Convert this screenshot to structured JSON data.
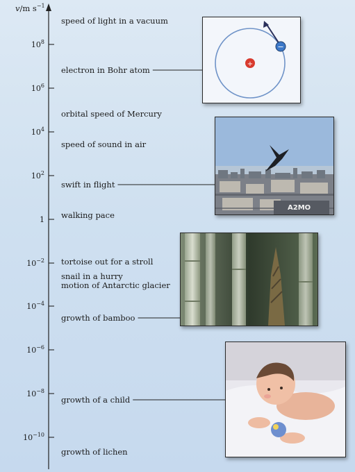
{
  "axis": {
    "label_var": "v",
    "label_unit": "/m s",
    "label_exp": "−1",
    "ticks": [
      {
        "id": "1e8",
        "base": "10",
        "exp": "8"
      },
      {
        "id": "1e6",
        "base": "10",
        "exp": "6"
      },
      {
        "id": "1e4",
        "base": "10",
        "exp": "4"
      },
      {
        "id": "1e2",
        "base": "10",
        "exp": "2"
      },
      {
        "id": "1",
        "base": "1",
        "exp": ""
      },
      {
        "id": "1e-2",
        "base": "10",
        "exp": "−2"
      },
      {
        "id": "1e-4",
        "base": "10",
        "exp": "−4"
      },
      {
        "id": "1e-6",
        "base": "10",
        "exp": "−6"
      },
      {
        "id": "1e-8",
        "base": "10",
        "exp": "−8"
      },
      {
        "id": "1e-10",
        "base": "10",
        "exp": "−10"
      }
    ]
  },
  "labels": [
    {
      "id": "light",
      "text": "speed of light in a vacuum"
    },
    {
      "id": "electron",
      "text": "electron in Bohr atom",
      "photo": "atom"
    },
    {
      "id": "mercury",
      "text": "orbital speed of Mercury"
    },
    {
      "id": "sound",
      "text": "speed of sound in air"
    },
    {
      "id": "swift",
      "text": "swift in flight",
      "photo": "swift"
    },
    {
      "id": "walking",
      "text": "walking pace"
    },
    {
      "id": "tortoise",
      "text": "tortoise out for a stroll"
    },
    {
      "id": "snail",
      "text": "snail in a hurry"
    },
    {
      "id": "glacier",
      "text": "motion of Antarctic glacier"
    },
    {
      "id": "bamboo",
      "text": "growth of bamboo",
      "photo": "bamboo"
    },
    {
      "id": "child",
      "text": "growth of a child",
      "photo": "baby"
    },
    {
      "id": "lichen",
      "text": "growth of lichen"
    }
  ],
  "photos": {
    "atom": {
      "icon": "bohr-atom-illustration",
      "nucleus_sign": "+",
      "electron_sign": "−"
    },
    "swift": {
      "icon": "swift-over-city-photo",
      "sign_text": "A2MO"
    },
    "bamboo": {
      "icon": "bamboo-shoot-photo"
    },
    "baby": {
      "icon": "crawling-baby-photo"
    }
  }
}
